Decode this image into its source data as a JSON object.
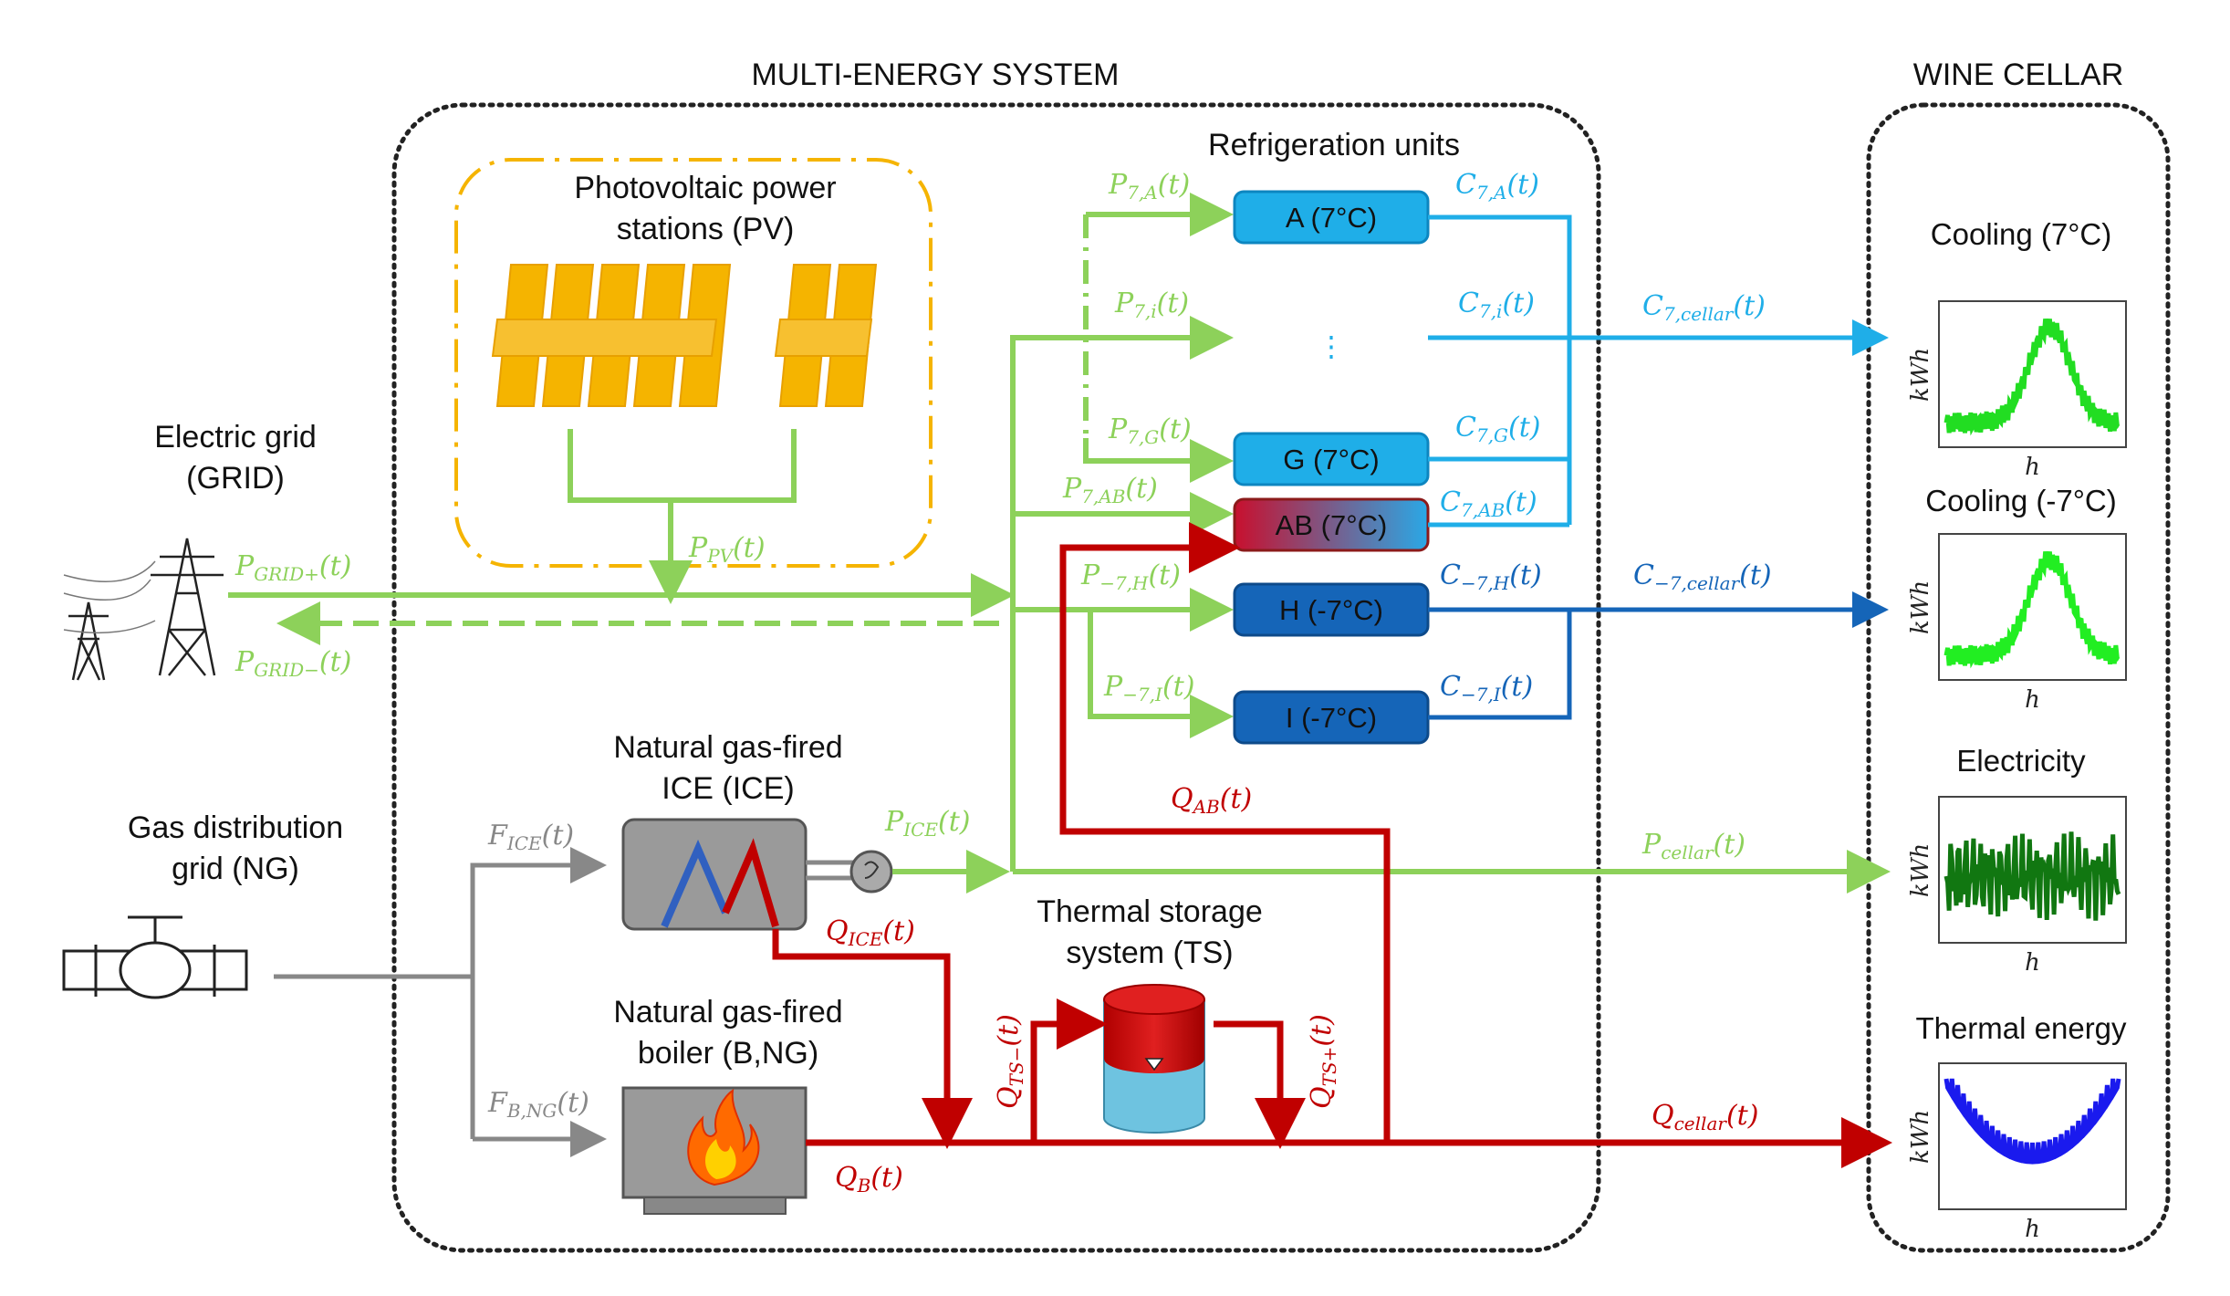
{
  "titles": {
    "system": "MULTI-ENERGY SYSTEM",
    "cellar": "WINE CELLAR",
    "refrigeration": "Refrigeration units"
  },
  "sources": {
    "pv": [
      "Photovoltaic power",
      "stations (PV)"
    ],
    "grid": [
      "Electric grid",
      "(GRID)"
    ],
    "gas": [
      "Gas distribution",
      "grid (NG)"
    ],
    "ice": [
      "Natural gas-fired",
      "ICE (ICE)"
    ],
    "boiler": [
      "Natural gas-fired",
      "boiler (B,NG)"
    ],
    "ts": [
      "Thermal storage",
      "system (TS)"
    ]
  },
  "units": {
    "A": "A (7°C)",
    "dots": "⋮",
    "G": "G (7°C)",
    "AB": "AB (7°C)",
    "H": "H (-7°C)",
    "I": "I (-7°C)"
  },
  "flows": {
    "p7A": "P7,A(t)",
    "p7i": "P7,i(t)",
    "p7G": "P7,G(t)",
    "p7AB": "P7,AB(t)",
    "pm7H": "P−7,H(t)",
    "pm7I": "P−7,I(t)",
    "c7A": "C7,A(t)",
    "c7i": "C7,i(t)",
    "c7G": "C7,G(t)",
    "c7AB": "C7,AB(t)",
    "cm7H": "C−7,H(t)",
    "cm7I": "C−7,I(t)",
    "c7cellar": "C7,cellar(t)",
    "cm7cellar": "C−7,cellar(t)",
    "ppv": "PPV(t)",
    "pgridp": "PGRID+(t)",
    "pgridm": "PGRID−(t)",
    "fice": "FICE(t)",
    "fbng": "FB,NG(t)",
    "pice": "PICE(t)",
    "pcellar": "Pcellar(t)",
    "qab": "QAB(t)",
    "qice": "QICE(t)",
    "qb": "QB(t)",
    "qtsm": "QTS−(t)",
    "qtsp": "QTS+(t)",
    "qcellar": "Qcellar(t)"
  },
  "charts": [
    {
      "title": "Cooling (7°C)",
      "ylabel": "kWh",
      "xlabel": "h",
      "color": "#22dd22"
    },
    {
      "title": "Cooling (-7°C)",
      "ylabel": "kWh",
      "xlabel": "h",
      "color": "#22ee22"
    },
    {
      "title": "Electricity",
      "ylabel": "kWh",
      "xlabel": "h",
      "color": "#117711"
    },
    {
      "title": "Thermal energy",
      "ylabel": "kWh",
      "xlabel": "h",
      "color": "#1a1aee"
    }
  ],
  "colors": {
    "green": "#8dd15a",
    "red": "#c00000",
    "lightblue": "#1faee8",
    "darkblue": "#1565b8",
    "gray": "#888888",
    "pv": "#f5b400"
  }
}
